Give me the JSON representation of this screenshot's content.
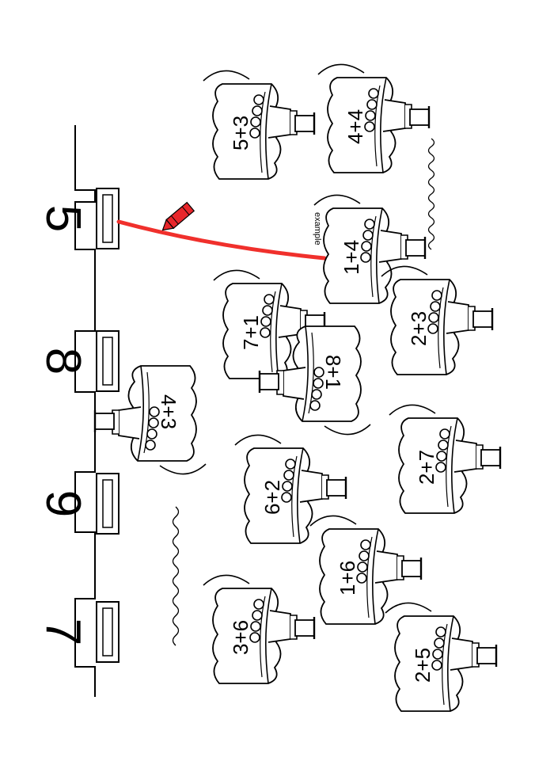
{
  "worksheet": {
    "example_label": "example",
    "docks": [
      {
        "number": "5"
      },
      {
        "number": "8"
      },
      {
        "number": "9"
      },
      {
        "number": "7"
      }
    ],
    "boats": [
      {
        "sum": "4+4"
      },
      {
        "sum": "5+3"
      },
      {
        "sum": "1+4",
        "example": true
      },
      {
        "sum": "2+3"
      },
      {
        "sum": "7+1"
      },
      {
        "sum": "8+1"
      },
      {
        "sum": "4+3"
      },
      {
        "sum": "2+7"
      },
      {
        "sum": "6+2"
      },
      {
        "sum": "1+6"
      },
      {
        "sum": "3+6"
      },
      {
        "sum": "2+5"
      }
    ]
  },
  "colors": {
    "ink": "#000000",
    "example_line": "#f0302c",
    "crayon": "#e8262b"
  },
  "icons": {
    "boat": "tugboat-icon",
    "crayon": "red-crayon-icon",
    "waves": "water-wave-icon"
  }
}
